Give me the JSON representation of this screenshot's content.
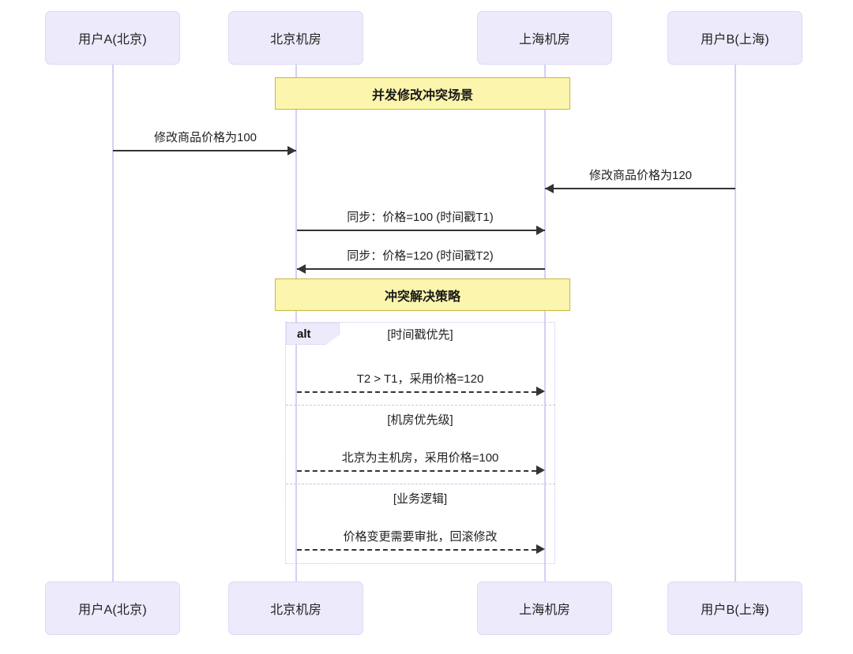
{
  "diagram": {
    "type": "sequence-diagram",
    "title": "并发修改冲突场景",
    "colors": {
      "participant_fill": "#ECEAFB",
      "participant_border": "#DEDAF6",
      "lifeline": "#D6CFF2",
      "note_fill": "#FCF5AD",
      "note_border": "#C6B93B",
      "arrow": "#333333",
      "fragment_border": "#C9C2EE",
      "background": "#FFFFFF"
    }
  },
  "participants": [
    {
      "id": "userA",
      "label": "用户A(北京)"
    },
    {
      "id": "bjIdc",
      "label": "北京机房"
    },
    {
      "id": "shIdc",
      "label": "上海机房"
    },
    {
      "id": "userB",
      "label": "用户B(上海)"
    }
  ],
  "participants_bottom": [
    {
      "id": "userA",
      "label": "用户A(北京)"
    },
    {
      "id": "bjIdc",
      "label": "北京机房"
    },
    {
      "id": "shIdc",
      "label": "上海机房"
    },
    {
      "id": "userB",
      "label": "用户B(上海)"
    }
  ],
  "notes": [
    {
      "id": "note-scenario",
      "text": "并发修改冲突场景"
    },
    {
      "id": "note-strategy",
      "text": "冲突解决策略"
    }
  ],
  "messages": [
    {
      "id": "msg-1",
      "text": "修改商品价格为100",
      "from": "userA",
      "to": "bjIdc",
      "style": "solid",
      "direction": "right"
    },
    {
      "id": "msg-2",
      "text": "修改商品价格为120",
      "from": "userB",
      "to": "shIdc",
      "style": "solid",
      "direction": "left"
    },
    {
      "id": "msg-3",
      "text": "同步：价格=100 (时间戳T1)",
      "from": "bjIdc",
      "to": "shIdc",
      "style": "solid",
      "direction": "right"
    },
    {
      "id": "msg-4",
      "text": "同步：价格=120 (时间戳T2)",
      "from": "shIdc",
      "to": "bjIdc",
      "style": "solid",
      "direction": "left"
    }
  ],
  "alt_fragment": {
    "label": "alt",
    "branches": [
      {
        "condition": "[时间戳优先]",
        "message": "T2 > T1，采用价格=120"
      },
      {
        "condition": "[机房优先级]",
        "message": "北京为主机房，采用价格=100"
      },
      {
        "condition": "[业务逻辑]",
        "message": "价格变更需要审批，回滚修改"
      }
    ]
  }
}
